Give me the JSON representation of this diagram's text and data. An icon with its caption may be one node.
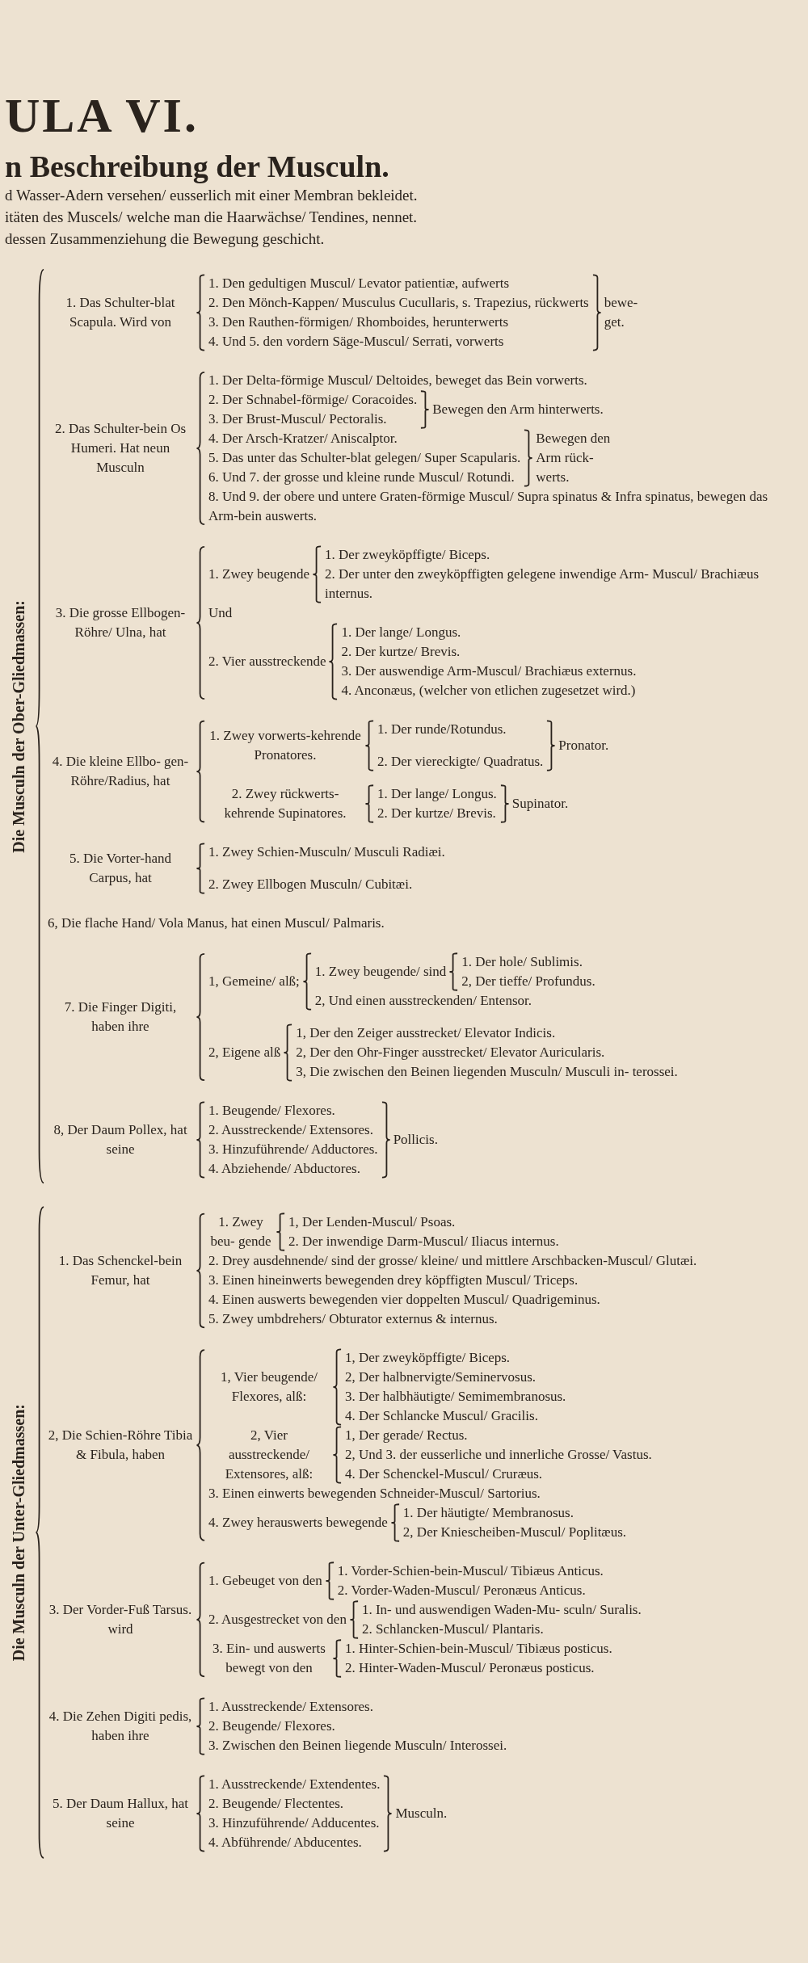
{
  "diagram": {
    "title": "ULA VI.",
    "labels": [
      "n Beschreibung der Musculn.",
      "d Wasser-Adern versehen/ eusserlich mit einer Membran bekleidet.",
      "itäten des Muscels/ welche man die Haarwächse/ Tendines, nennet.",
      "dessen Zusammenziehung die Bewegung geschicht.",
      "Die Musculn der Ober-Gliedmassen:",
      "1. Das Schulter-blat Scapula. Wird von",
      "1. Den gedultigen Muscul/ Levator patientiæ, aufwerts",
      "2. Den Mönch-Kappen/ Musculus Cucullaris, s. Trapezius, rückwerts",
      "3. Den Rauthen-förmigen/ Rhomboides, herunterwerts",
      "4. Und 5. den vordern Säge-Muscul/ Serrati, vorwerts",
      "bewe- get.",
      "2. Das Schulter-bein Os Humeri. Hat neun Musculn",
      "1. Der Delta-förmige Muscul/ Deltoides, beweget das Bein vorwerts.",
      "2. Der Schnabel-förmige/ Coracoides.",
      "3. Der Brust-Muscul/ Pectoralis.",
      "Bewegen den Arm hinterwerts.",
      "4. Der Arsch-Kratzer/ Aniscalptor.",
      "5. Das unter das Schulter-blat gelegen/ Super Scapularis.",
      "6. Und 7. der grosse und kleine runde Muscul/ Rotundi.",
      "Bewegen den Arm rück- werts.",
      "8. Und 9. der obere und untere Graten-förmige Muscul/ Supra spinatus & Infra spinatus, bewegen das Arm-bein auswerts.",
      "3. Die grosse Ellbogen-Röhre/ Ulna, hat",
      "1. Zwey beugende",
      "1. Der zweyköpffigte/ Biceps.",
      "2. Der unter den zweyköpffigten gelegene inwendige Arm- Muscul/ Brachiæus internus.",
      "Und",
      "2. Vier ausstreckende",
      "1. Der lange/ Longus.",
      "2. Der kurtze/ Brevis.",
      "3. Der auswendige Arm-Muscul/ Brachiæus externus.",
      "4. Anconæus, (welcher von etlichen zugesetzet wird.)",
      "4. Die kleine Ellbo- gen-Röhre/Radius, hat",
      "1. Zwey vorwerts-kehrende Pronatores.",
      "1. Der runde/Rotundus.",
      "2. Der viereckigte/ Quadratus.",
      "Pronator.",
      "2. Zwey rückwerts-kehrende Supinatores.",
      "1. Der lange/ Longus.",
      "2. Der kurtze/ Brevis.",
      "Supinator.",
      "5. Die Vorter-hand Carpus, hat",
      "1. Zwey Schien-Musculn/ Musculi Radiæi.",
      "2. Zwey Ellbogen Musculn/ Cubitæi.",
      "6, Die flache Hand/ Vola Manus, hat einen Muscul/ Palmaris.",
      "7. Die Finger Digiti, haben ihre",
      "1, Gemeine/ alß;",
      "1. Zwey beugende/ sind",
      "1. Der hole/ Sublimis.",
      "2, Der tieffe/ Profundus.",
      "2, Und einen ausstreckenden/ Entensor.",
      "2, Eigene alß",
      "1, Der den Zeiger ausstrecket/ Elevator Indicis.",
      "2, Der den Ohr-Finger ausstrecket/ Elevator Auricularis.",
      "3, Die zwischen den Beinen liegenden Musculn/ Musculi in- terossei.",
      "8, Der Daum Pollex, hat seine",
      "1. Beugende/ Flexores.",
      "2. Ausstreckende/ Extensores.",
      "3. Hinzuführende/ Adductores.",
      "4. Abziehende/ Abductores.",
      "Pollicis.",
      "Die Musculn der Unter-Gliedmassen:",
      "1. Das Schenckel-bein Femur, hat",
      "1. Zwey beu- gende",
      "1, Der Lenden-Muscul/ Psoas.",
      "2. Der inwendige Darm-Muscul/ Iliacus internus.",
      "2. Drey ausdehnende/ sind der grosse/ kleine/ und mittlere Arschbacken-Muscul/ Glutæi.",
      "3. Einen hineinwerts bewegenden drey köpffigten Muscul/ Triceps.",
      "4. Einen auswerts bewegenden vier doppelten Muscul/ Quadrigeminus.",
      "5. Zwey umbdrehers/ Obturator externus & internus.",
      "2, Die Schien-Röhre Tibia & Fibula, haben",
      "1, Vier beugende/ Flexores, alß:",
      "1, Der zweyköpffigte/ Biceps.",
      "2, Der halbnervigte/Seminervosus.",
      "3. Der halbhäutigte/ Semimembranosus.",
      "4. Der Schlancke Muscul/ Gracilis.",
      "2, Vier ausstreckende/ Extensores, alß:",
      "1, Der gerade/ Rectus.",
      "2, Und 3. der eusserliche und innerliche Grosse/ Vastus.",
      "4. Der Schenckel-Muscul/ Cruræus.",
      "3. Einen einwerts bewegenden Schneider-Muscul/ Sartorius.",
      "4. Zwey herauswerts bewegende",
      "1. Der häutigte/ Membranosus.",
      "2, Der Kniescheiben-Muscul/ Poplitæus.",
      "3. Der Vorder-Fuß Tarsus. wird",
      "1. Gebeuget von den",
      "1. Vorder-Schien-bein-Muscul/ Tibiæus Anticus.",
      "2. Vorder-Waden-Muscul/ Peronæus Anticus.",
      "2. Ausgestrecket von den",
      "1. In- und auswendigen Waden-Mu- sculn/ Suralis.",
      "2. Schlancken-Muscul/ Plantaris.",
      "3. Ein- und auswerts bewegt von den",
      "1. Hinter-Schien-bein-Muscul/ Tibiæus posticus.",
      "2. Hinter-Waden-Muscul/ Peronæus posticus.",
      "4. Die Zehen Digiti pedis, haben ihre",
      "1. Ausstreckende/ Extensores.",
      "2. Beugende/ Flexores.",
      "3. Zwischen den Beinen liegende Musculn/ Interossei.",
      "5. Der Daum Hallux, hat seine",
      "1. Ausstreckende/ Extendentes.",
      "2. Beugende/ Flectentes.",
      "3. Hinzuführende/ Adducentes.",
      "4. Abführende/ Abducentes.",
      "Musculn."
    ]
  }
}
